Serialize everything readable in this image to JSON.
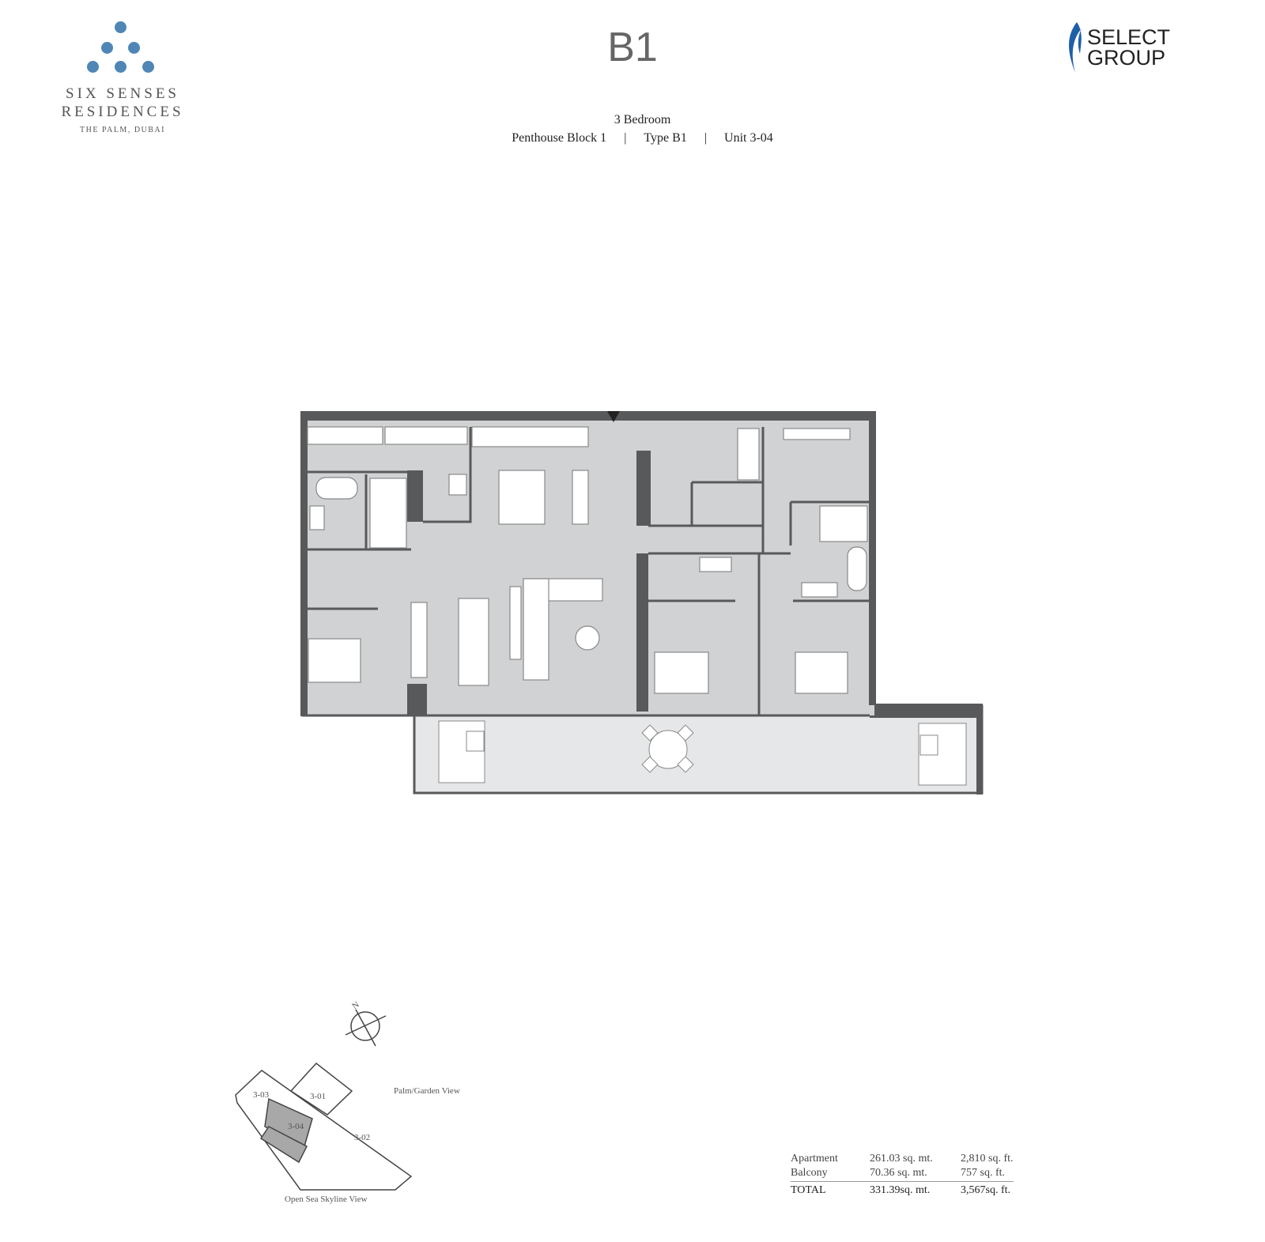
{
  "logo_left": {
    "line1": "SIX SENSES",
    "line2": "RESIDENCES",
    "line3": "THE PALM, DUBAI",
    "dot_color": "#4f86b6"
  },
  "logo_right": {
    "line1": "SELECT",
    "line2": "GROUP",
    "accent": "#1f5fa8"
  },
  "title": "B1",
  "subtitle": {
    "bedrooms": "3 Bedroom",
    "block": "Penthouse Block 1",
    "type": "Type B1",
    "unit": "Unit 3-04",
    "separator": "|"
  },
  "key_plan": {
    "north": "N",
    "units": [
      "3-03",
      "3-01",
      "3-04",
      "3-02"
    ],
    "view_top": "Palm/Garden View",
    "view_bottom": "Open Sea Skyline View",
    "highlight_color": "#a8a8a8"
  },
  "areas": [
    {
      "label": "Apartment",
      "sqm": "261.03 sq. mt.",
      "sqft": "2,810 sq. ft."
    },
    {
      "label": "Balcony",
      "sqm": "70.36 sq. mt.",
      "sqft": "757 sq. ft."
    },
    {
      "label": "TOTAL",
      "sqm": "331.39sq. mt.",
      "sqft": "3,567sq. ft."
    }
  ],
  "colors": {
    "wall": "#58595b",
    "floor": "#d1d2d4",
    "balcony": "#e6e7e8"
  }
}
